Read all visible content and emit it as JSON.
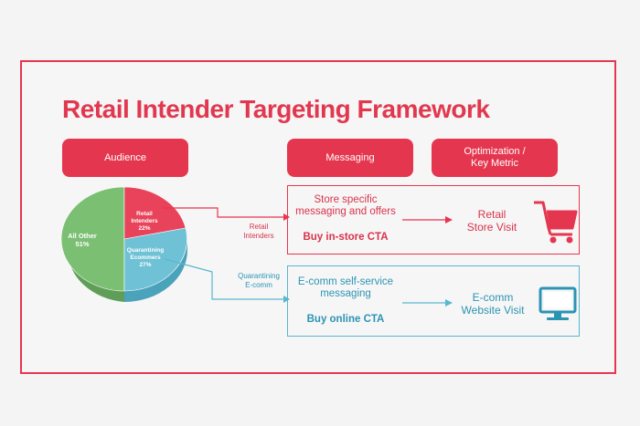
{
  "title": "Retail Intender Targeting Framework",
  "headers": {
    "audience": "Audience",
    "messaging": "Messaging",
    "optimization_line1": "Optimization /",
    "optimization_line2": "Key Metric"
  },
  "pie": {
    "slices": [
      {
        "label_line1": "All Other",
        "label_line2": "51%",
        "value": 51,
        "color": "#7bbf73"
      },
      {
        "label_line1": "Retail",
        "label_line2": "Intenders",
        "label_line3": "22%",
        "value": 22,
        "color": "#e8435a"
      },
      {
        "label_line1": "Quarantining",
        "label_line2": "Ecommers",
        "label_line3": "27%",
        "value": 27,
        "color": "#6fc1d6"
      }
    ]
  },
  "connectors": {
    "retail_line1": "Retail",
    "retail_line2": "Intenders",
    "ecomm_line1": "Quarantining",
    "ecomm_line2": "E-comm"
  },
  "retail_row": {
    "message_line1": "Store specific",
    "message_line2": "messaging and offers",
    "cta": "Buy in-store CTA",
    "metric_line1": "Retail",
    "metric_line2": "Store Visit",
    "icon": "shopping-cart-icon"
  },
  "ecomm_row": {
    "message_line1": "E-comm self-service",
    "message_line2": "messaging",
    "cta": "Buy online CTA",
    "metric_line1": "E-comm",
    "metric_line2": "Website Visit",
    "icon": "monitor-icon"
  },
  "colors": {
    "brand_red": "#e5364f",
    "teal": "#5bb6cf",
    "green": "#7bbf73"
  }
}
